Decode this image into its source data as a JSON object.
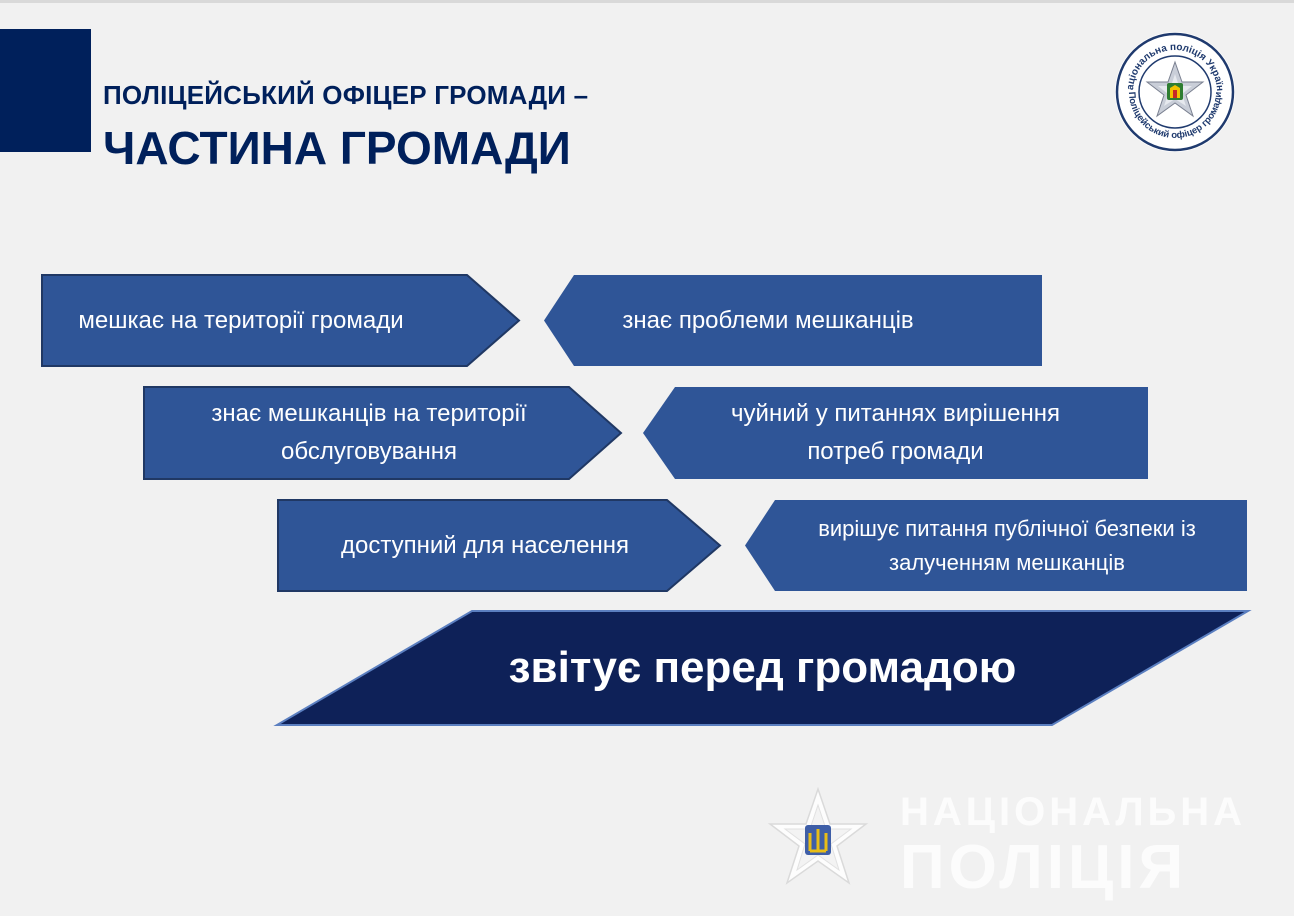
{
  "slide": {
    "title_line1": "ПОЛІЦЕЙСЬКИЙ ОФІЦЕР ГРОМАДИ –",
    "title_line2": "ЧАСТИНА ГРОМАДИ",
    "logo": {
      "ring_text_top": "Національна поліція України",
      "ring_text_bottom": "Поліцейський офіцер громади",
      "icon": "police-star-emblem-icon"
    },
    "boxes": {
      "row1_left": "мешкає на території громади",
      "row1_right": "знає проблеми мешканців",
      "row2_left_l1": "знає мешканців на території",
      "row2_left_l2": "обслуговування",
      "row2_right_l1": "чуйний у питаннях вирішення",
      "row2_right_l2": "потреб громади",
      "row3_left": "доступний для населення",
      "row3_right_l1": "вирішує питання публічної безпеки із",
      "row3_right_l2": "залученням мешканців"
    },
    "banner": "звітує перед громадою",
    "watermark": {
      "line1": "НАЦІОНАЛЬНА",
      "line2": "ПОЛІЦІЯ",
      "icon": "police-star-trident-icon"
    },
    "colors": {
      "background": "#f1f1f1",
      "navy": "#00205b",
      "box_fill": "#2f5597",
      "box_stroke": "#203864",
      "text_light": "#ffffff"
    }
  }
}
